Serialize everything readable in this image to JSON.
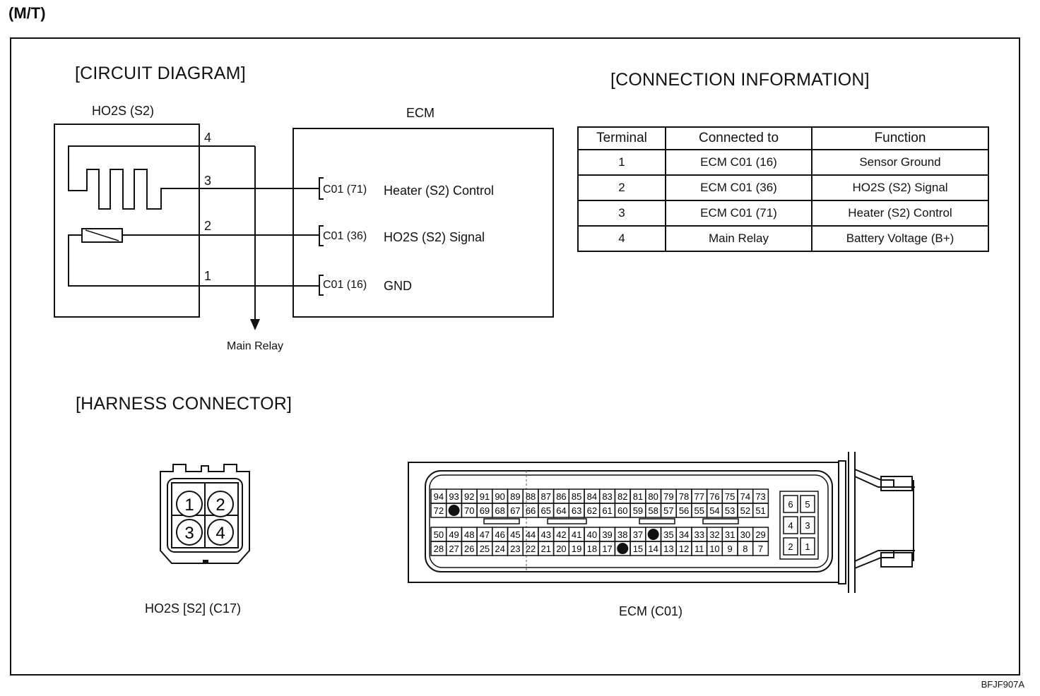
{
  "header": {
    "transmission": "(M/T)"
  },
  "circuit": {
    "title": "[CIRCUIT DIAGRAM]",
    "sensor_label": "HO2S (S2)",
    "ecm_label": "ECM",
    "pins": [
      "4",
      "3",
      "2",
      "1"
    ],
    "ecm_terminals": [
      {
        "pin": "C01 (71)",
        "name": "Heater (S2) Control"
      },
      {
        "pin": "C01 (36)",
        "name": "HO2S (S2) Signal"
      },
      {
        "pin": "C01 (16)",
        "name": "GND"
      }
    ],
    "main_relay_label": "Main Relay"
  },
  "connection_info": {
    "title": "[CONNECTION INFORMATION]",
    "headers": [
      "Terminal",
      "Connected to",
      "Function"
    ],
    "rows": [
      [
        "1",
        "ECM C01 (16)",
        "Sensor Ground"
      ],
      [
        "2",
        "ECM C01 (36)",
        "HO2S (S2) Signal"
      ],
      [
        "3",
        "ECM C01 (71)",
        "Heater (S2) Control"
      ],
      [
        "4",
        "Main Relay",
        "Battery Voltage (B+)"
      ]
    ]
  },
  "harness": {
    "title": "[HARNESS CONNECTOR]",
    "sensor_connector_label": "HO2S [S2] (C17)",
    "sensor_pins": [
      "1",
      "2",
      "3",
      "4"
    ],
    "ecm_connector_label": "ECM  (C01)",
    "ecm_rows": [
      [
        "94",
        "93",
        "92",
        "91",
        "90",
        "89",
        "88",
        "87",
        "86",
        "85",
        "84",
        "83",
        "82",
        "81",
        "80",
        "79",
        "78",
        "77",
        "76",
        "75",
        "74",
        "73"
      ],
      [
        "72",
        "",
        "70",
        "69",
        "68",
        "67",
        "66",
        "65",
        "64",
        "63",
        "62",
        "61",
        "60",
        "59",
        "58",
        "57",
        "56",
        "55",
        "54",
        "53",
        "52",
        "51"
      ],
      [
        "50",
        "49",
        "48",
        "47",
        "46",
        "45",
        "44",
        "43",
        "42",
        "41",
        "40",
        "39",
        "38",
        "37",
        "",
        "35",
        "34",
        "33",
        "32",
        "31",
        "30",
        "29"
      ],
      [
        "28",
        "27",
        "26",
        "25",
        "24",
        "23",
        "22",
        "21",
        "20",
        "19",
        "18",
        "17",
        "",
        "15",
        "14",
        "13",
        "12",
        "11",
        "10",
        "9",
        "8",
        "7"
      ]
    ],
    "ecm_small_pins": [
      [
        "6",
        "5"
      ],
      [
        "4",
        "3"
      ],
      [
        "2",
        "1"
      ]
    ]
  },
  "figure_code": "BFJF907A"
}
